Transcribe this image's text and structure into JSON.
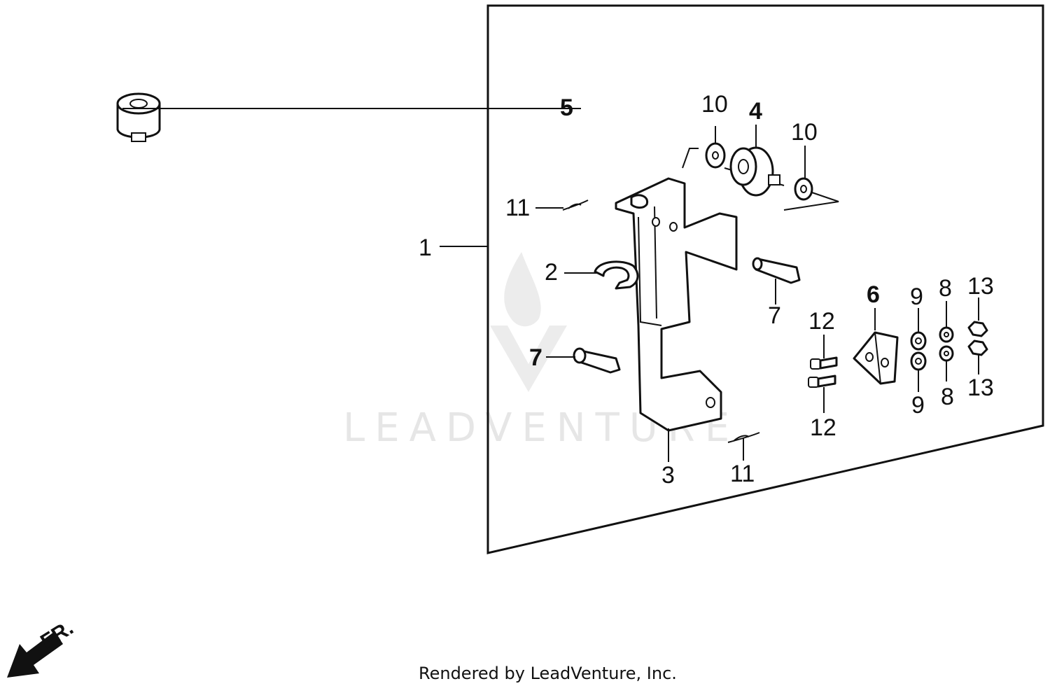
{
  "watermark": "LEADVENTURE",
  "credit": "Rendered by LeadVenture, Inc.",
  "direction_label": "FR.",
  "callouts": {
    "c1": "1",
    "c2": "2",
    "c3": "3",
    "c4": "4",
    "c5": "5",
    "c6": "6",
    "c7a": "7",
    "c7b": "7",
    "c8a": "8",
    "c8b": "8",
    "c9a": "9",
    "c9b": "9",
    "c10a": "10",
    "c10b": "10",
    "c11a": "11",
    "c11b": "11",
    "c12a": "12",
    "c12b": "12",
    "c13a": "13",
    "c13b": "13"
  }
}
